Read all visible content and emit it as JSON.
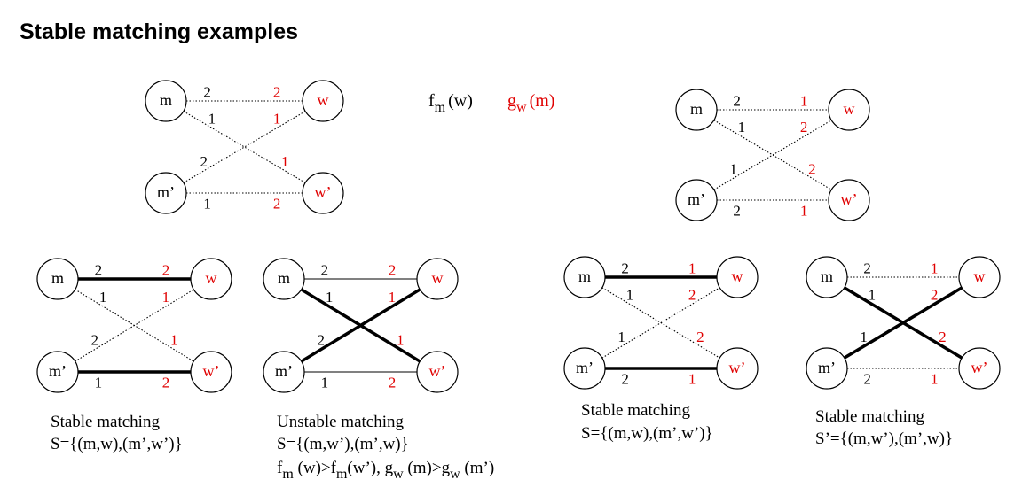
{
  "title": "Stable matching examples",
  "colors": {
    "woman_pref": "#e00000",
    "man_pref": "#000000"
  },
  "legend": {
    "man_pref": "f",
    "man_pref_sub": "m",
    "man_pref_arg": "(w)",
    "woman_pref": "g",
    "woman_pref_sub": "w",
    "woman_pref_arg": "(m)"
  },
  "graphs": {
    "g1": {
      "nodes": {
        "m": "m",
        "mp": "m’",
        "w": "w",
        "wp": "w’"
      },
      "edges": [
        {
          "id": "g1-m-w",
          "from": "m",
          "to": "w",
          "style": "dotted",
          "m_rank": "2",
          "w_rank": "2"
        },
        {
          "id": "g1-m-wp",
          "from": "m",
          "to": "wp",
          "style": "dotted",
          "m_rank": "1",
          "w_rank": "1"
        },
        {
          "id": "g1-mp-w",
          "from": "mp",
          "to": "w",
          "style": "dotted",
          "m_rank": "2",
          "w_rank": "1"
        },
        {
          "id": "g1-mp-wp",
          "from": "mp",
          "to": "wp",
          "style": "dotted",
          "m_rank": "1",
          "w_rank": "2"
        }
      ]
    },
    "g2": {
      "nodes": {
        "m": "m",
        "mp": "m’",
        "w": "w",
        "wp": "w’"
      },
      "edges": [
        {
          "id": "g2-m-w",
          "from": "m",
          "to": "w",
          "style": "dotted",
          "m_rank": "2",
          "w_rank": "1"
        },
        {
          "id": "g2-m-wp",
          "from": "m",
          "to": "wp",
          "style": "dotted",
          "m_rank": "1",
          "w_rank": "2"
        },
        {
          "id": "g2-mp-w",
          "from": "mp",
          "to": "w",
          "style": "dotted",
          "m_rank": "1",
          "w_rank": "2"
        },
        {
          "id": "g2-mp-wp",
          "from": "mp",
          "to": "wp",
          "style": "dotted",
          "m_rank": "2",
          "w_rank": "1"
        }
      ]
    },
    "g3": {
      "nodes": {
        "m": "m",
        "mp": "m’",
        "w": "w",
        "wp": "w’"
      },
      "edges": [
        {
          "id": "g3-m-w",
          "from": "m",
          "to": "w",
          "style": "bold",
          "m_rank": "2",
          "w_rank": "2"
        },
        {
          "id": "g3-m-wp",
          "from": "m",
          "to": "wp",
          "style": "dotted",
          "m_rank": "1",
          "w_rank": "1"
        },
        {
          "id": "g3-mp-w",
          "from": "mp",
          "to": "w",
          "style": "dotted",
          "m_rank": "2",
          "w_rank": "1"
        },
        {
          "id": "g3-mp-wp",
          "from": "mp",
          "to": "wp",
          "style": "bold",
          "m_rank": "1",
          "w_rank": "2"
        }
      ],
      "caption": [
        "Stable matching",
        "S={(m,w),(m’,w’)}"
      ]
    },
    "g4": {
      "nodes": {
        "m": "m",
        "mp": "m’",
        "w": "w",
        "wp": "w’"
      },
      "edges": [
        {
          "id": "g4-m-w",
          "from": "m",
          "to": "w",
          "style": "thin",
          "m_rank": "2",
          "w_rank": "2"
        },
        {
          "id": "g4-m-wp",
          "from": "m",
          "to": "wp",
          "style": "bold",
          "m_rank": "1",
          "w_rank": "1"
        },
        {
          "id": "g4-mp-w",
          "from": "mp",
          "to": "w",
          "style": "bold",
          "m_rank": "2",
          "w_rank": "1"
        },
        {
          "id": "g4-mp-wp",
          "from": "mp",
          "to": "wp",
          "style": "thin",
          "m_rank": "1",
          "w_rank": "2"
        }
      ],
      "caption": [
        "Unstable matching",
        "S={(m,w’),(m’,w)}"
      ],
      "caption_formula": {
        "f": "f",
        "m": "m",
        "w_arg": " (w)>f",
        "m2": "m",
        "wp_arg": "(w’), g",
        "w": "w",
        "m_arg": " (m)>g",
        "w2": "w",
        "mp_arg": " (m’)"
      }
    },
    "g5": {
      "nodes": {
        "m": "m",
        "mp": "m’",
        "w": "w",
        "wp": "w’"
      },
      "edges": [
        {
          "id": "g5-m-w",
          "from": "m",
          "to": "w",
          "style": "bold",
          "m_rank": "2",
          "w_rank": "1"
        },
        {
          "id": "g5-m-wp",
          "from": "m",
          "to": "wp",
          "style": "dotted",
          "m_rank": "1",
          "w_rank": "2"
        },
        {
          "id": "g5-mp-w",
          "from": "mp",
          "to": "w",
          "style": "dotted",
          "m_rank": "1",
          "w_rank": "2"
        },
        {
          "id": "g5-mp-wp",
          "from": "mp",
          "to": "wp",
          "style": "bold",
          "m_rank": "2",
          "w_rank": "1"
        }
      ],
      "caption": [
        "Stable matching",
        "S={(m,w),(m’,w’)}"
      ]
    },
    "g6": {
      "nodes": {
        "m": "m",
        "mp": "m’",
        "w": "w",
        "wp": "w’"
      },
      "edges": [
        {
          "id": "g6-m-w",
          "from": "m",
          "to": "w",
          "style": "dotted",
          "m_rank": "2",
          "w_rank": "1"
        },
        {
          "id": "g6-m-wp",
          "from": "m",
          "to": "wp",
          "style": "bold",
          "m_rank": "1",
          "w_rank": "2"
        },
        {
          "id": "g6-mp-w",
          "from": "mp",
          "to": "w",
          "style": "bold",
          "m_rank": "1",
          "w_rank": "2"
        },
        {
          "id": "g6-mp-wp",
          "from": "mp",
          "to": "wp",
          "style": "dotted",
          "m_rank": "2",
          "w_rank": "1"
        }
      ],
      "caption": [
        "Stable matching",
        "S’={(m,w’),(m’,w)}"
      ]
    }
  }
}
